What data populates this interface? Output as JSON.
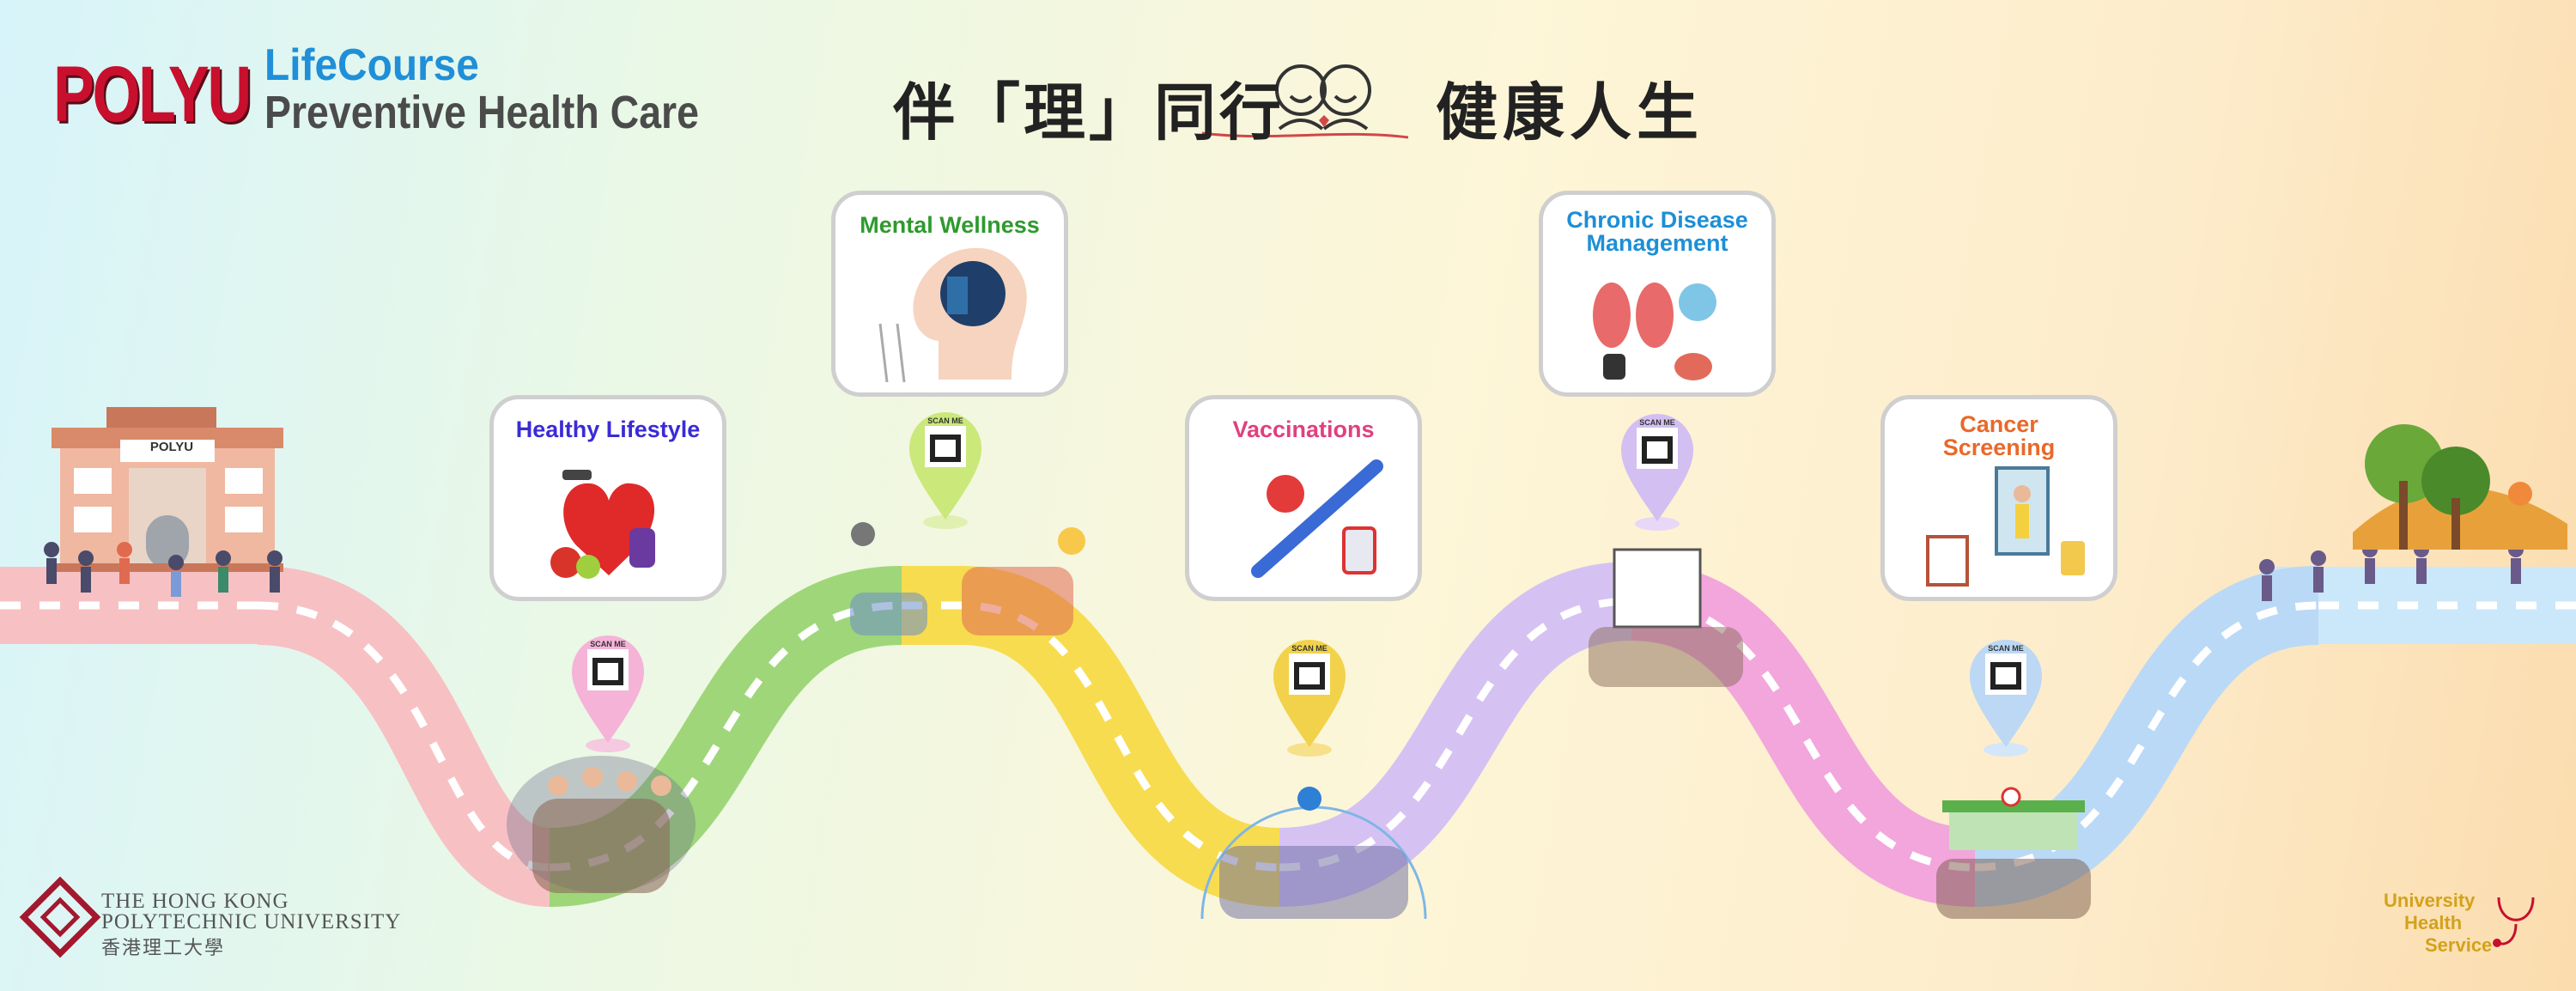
{
  "header": {
    "brand_polyu": "POLYU",
    "brand_lifecourse": "LifeCourse",
    "brand_subtitle": "Preventive Health Care",
    "slogan_left": "伴「理」同行",
    "slogan_right": "健康人生"
  },
  "building_sign": "POLYU",
  "cards": [
    {
      "id": "healthy-lifestyle",
      "title": "Healthy Lifestyle",
      "color": "#3a2bd6"
    },
    {
      "id": "mental-wellness",
      "title": "Mental Wellness",
      "color": "#2e9a2e"
    },
    {
      "id": "vaccinations",
      "title": "Vaccinations",
      "color": "#e0407e"
    },
    {
      "id": "chronic-disease",
      "title_line1": "Chronic Disease",
      "title_line2": "Management",
      "color": "#1d8fd6"
    },
    {
      "id": "cancer-screening",
      "title_line1": "Cancer",
      "title_line2": "Screening",
      "color": "#e8692a"
    }
  ],
  "qr_pins": {
    "scan_label": "SCAN ME"
  },
  "footer": {
    "university_line1": "THE HONG KONG",
    "university_line2": "POLYTECHNIC UNIVERSITY",
    "university_zh": "香港理工大學",
    "uhs_line1": "University",
    "uhs_line2": "Health",
    "uhs_line3": "Service"
  },
  "road_colors": [
    "#f7c1c4",
    "#9fd679",
    "#f7dc50",
    "#d5c2f2",
    "#f2a6dc",
    "#b9d9f7"
  ]
}
